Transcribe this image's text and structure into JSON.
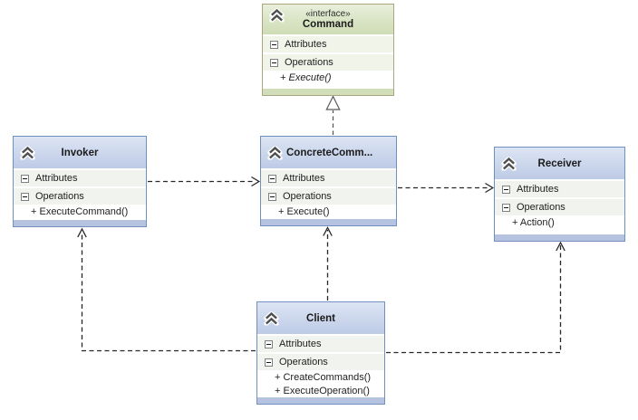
{
  "classes": [
    {
      "name": "Command",
      "stereotype": "«interface»",
      "kind": "interface",
      "attributes_label": "Attributes",
      "operations_label": "Operations",
      "operations": [
        "+ Execute()"
      ]
    },
    {
      "name": "Invoker",
      "kind": "class",
      "attributes_label": "Attributes",
      "operations_label": "Operations",
      "operations": [
        "+ ExecuteCommand()"
      ]
    },
    {
      "name": "ConcreteComm...",
      "kind": "class",
      "attributes_label": "Attributes",
      "operations_label": "Operations",
      "operations": [
        "+ Execute()"
      ]
    },
    {
      "name": "Receiver",
      "kind": "class",
      "attributes_label": "Attributes",
      "operations_label": "Operations",
      "operations": [
        "+ Action()"
      ]
    },
    {
      "name": "Client",
      "kind": "class",
      "attributes_label": "Attributes",
      "operations_label": "Operations",
      "operations": [
        "+ CreateCommands()",
        "+ ExecuteOperation()"
      ]
    }
  ],
  "relationships": [
    {
      "type": "realization",
      "from": "ConcreteComm...",
      "to": "Command",
      "line": "dashed",
      "arrowhead": "hollow-triangle"
    },
    {
      "type": "dependency",
      "from": "Invoker",
      "to": "ConcreteComm...",
      "line": "dashed",
      "arrowhead": "open"
    },
    {
      "type": "dependency",
      "from": "ConcreteComm...",
      "to": "Receiver",
      "line": "dashed",
      "arrowhead": "open"
    },
    {
      "type": "dependency",
      "from": "Client",
      "to": "Invoker",
      "line": "dashed",
      "arrowhead": "open"
    },
    {
      "type": "dependency",
      "from": "Client",
      "to": "ConcreteComm...",
      "line": "dashed",
      "arrowhead": "open"
    },
    {
      "type": "dependency",
      "from": "Client",
      "to": "Receiver",
      "line": "dashed",
      "arrowhead": "open"
    }
  ],
  "colors": {
    "interface_header_top": "#e9efdc",
    "interface_header_bottom": "#cfddb6",
    "interface_border": "#a9a77f",
    "interface_footer": "#d2deba",
    "class_header_top": "#dde5f4",
    "class_header_bottom": "#becbe6",
    "class_border": "#7090c0",
    "class_footer": "#b5c3e0",
    "section_row_blue": "#f0f3ee",
    "section_row_green": "#f0f4e9",
    "dependency_arrow": "#262626",
    "realization_arrow": "#4f4f4f"
  }
}
